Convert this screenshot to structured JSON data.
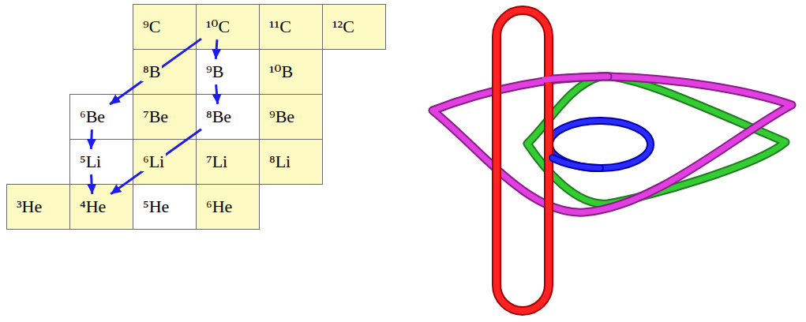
{
  "diagram": {
    "nodes": [
      {
        "text": [
          "⁹C"
        ]
      },
      {
        "text": [
          "¹⁰C"
        ]
      },
      {
        "text": [
          "¹¹C"
        ]
      },
      {
        "text": [
          "¹²C"
        ]
      },
      {
        "text": [
          "⁸B"
        ]
      },
      {
        "text": [
          "⁹B"
        ]
      },
      {
        "text": [
          "¹⁰B"
        ]
      },
      {
        "text": [
          "⁶Be"
        ]
      },
      {
        "text": [
          "⁷Be"
        ]
      },
      {
        "text": [
          "⁸Be"
        ]
      },
      {
        "text": [
          "⁹Be"
        ]
      },
      {
        "text": [
          "⁵Li"
        ]
      },
      {
        "text": [
          "⁶Li"
        ]
      },
      {
        "text": [
          "⁷Li"
        ]
      },
      {
        "text": [
          "⁸Li"
        ]
      },
      {
        "text": [
          "³He"
        ]
      },
      {
        "text": [
          "⁴He"
        ]
      },
      {
        "text": [
          "⁵He"
        ]
      },
      {
        "text": [
          "⁶He"
        ]
      }
    ],
    "edges": [
      {
        "from": 1,
        "to": 5,
        "arrow": "to"
      },
      {
        "from": 1,
        "to": 7,
        "arrow": "to"
      },
      {
        "from": 5,
        "to": 9,
        "arrow": "to"
      },
      {
        "from": 7,
        "to": 11,
        "arrow": "to"
      },
      {
        "from": 11,
        "to": 16,
        "arrow": "to"
      },
      {
        "from": 9,
        "to": 16,
        "arrow": "to"
      }
    ]
  }
}
